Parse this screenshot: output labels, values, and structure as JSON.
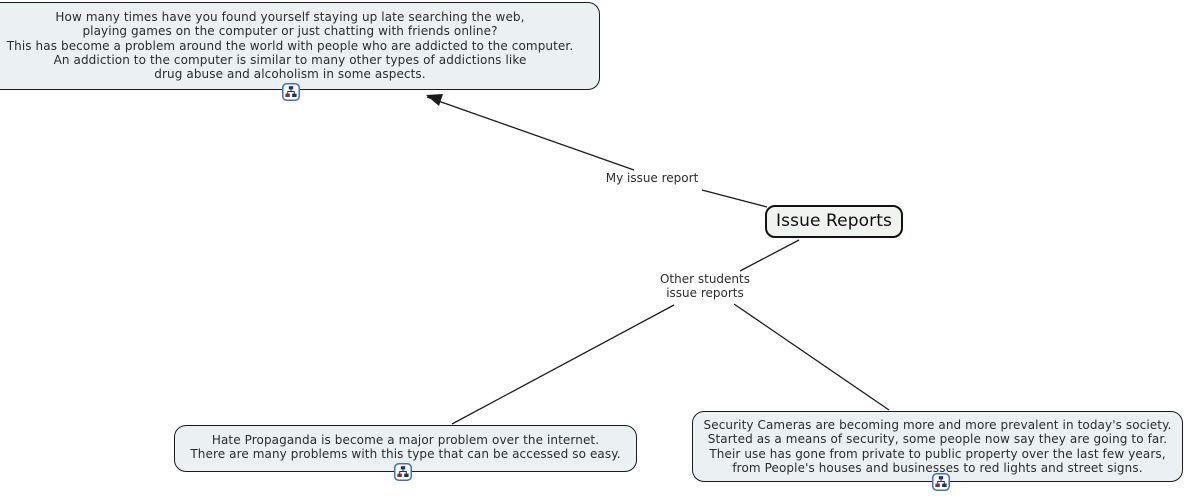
{
  "map": {
    "root_concept": {
      "label": "Issue Reports"
    },
    "linking_phrases": [
      {
        "label": "My issue report"
      },
      {
        "label": "Other students\nissue reports"
      }
    ],
    "concepts": [
      {
        "name": "computer-addiction-report",
        "text": "How many times have you found yourself staying up late searching the web,\nplaying games on the computer or just chatting with friends online?\nThis has become a problem around the world with people who are addicted to the computer.\nAn addiction to the computer is similar to many other types of addictions like\ndrug abuse and alcoholism in some aspects."
      },
      {
        "name": "hate-propaganda-report",
        "text": "Hate Propaganda is become a major problem over the internet.\nThere are many problems with this type that can be accessed so easy."
      },
      {
        "name": "security-cameras-report",
        "text": "Security Cameras are becoming more and more prevalent in today's society.\nStarted as a means of security, some people now say they are going to far.\nTheir use has gone from private to public property over the last few years,\nfrom People's houses and businesses to red lights and street signs."
      }
    ],
    "icons": [
      {
        "name": "cmap-resource-icon",
        "meaning": "linked concept map resource"
      }
    ]
  },
  "colors": {
    "background": "#ffffff",
    "concept_fill": "#ebf1f2",
    "concept_border": "#1a1a1a",
    "root_fill": "#f0f4ef",
    "text": "#2b2b2b",
    "line": "#1c1c1c",
    "icon_border": "#3f6fbf",
    "icon_glyph_primary": "#1b2f6e",
    "icon_glyph_accent": "#8c2b2b"
  }
}
